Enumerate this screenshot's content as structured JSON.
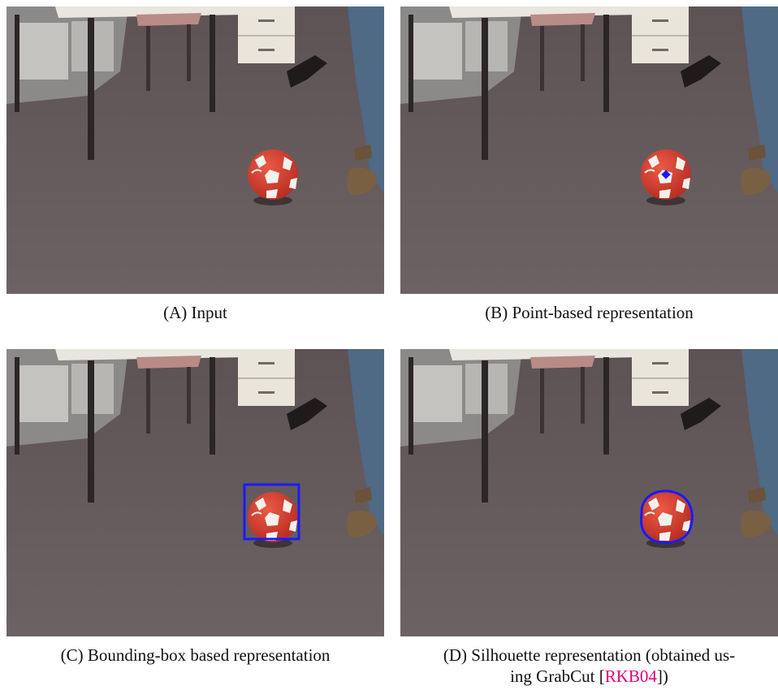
{
  "figure": {
    "panels": [
      {
        "label": "(A)",
        "caption": "Input"
      },
      {
        "label": "(B)",
        "caption": "Point-based representation"
      },
      {
        "label": "(C)",
        "caption": "Bounding-box based representation"
      },
      {
        "label": "(D)",
        "caption_line1": "Silhouette representation (obtained us-",
        "caption_line2_prefix": "ing GrabCut [",
        "citation": "RKB04",
        "caption_line2_suffix": "])"
      }
    ]
  },
  "colors": {
    "annotation": "#1a1aff",
    "citation": "#e2007a",
    "ball": "#d8382b",
    "carpet": "#655a5c"
  }
}
